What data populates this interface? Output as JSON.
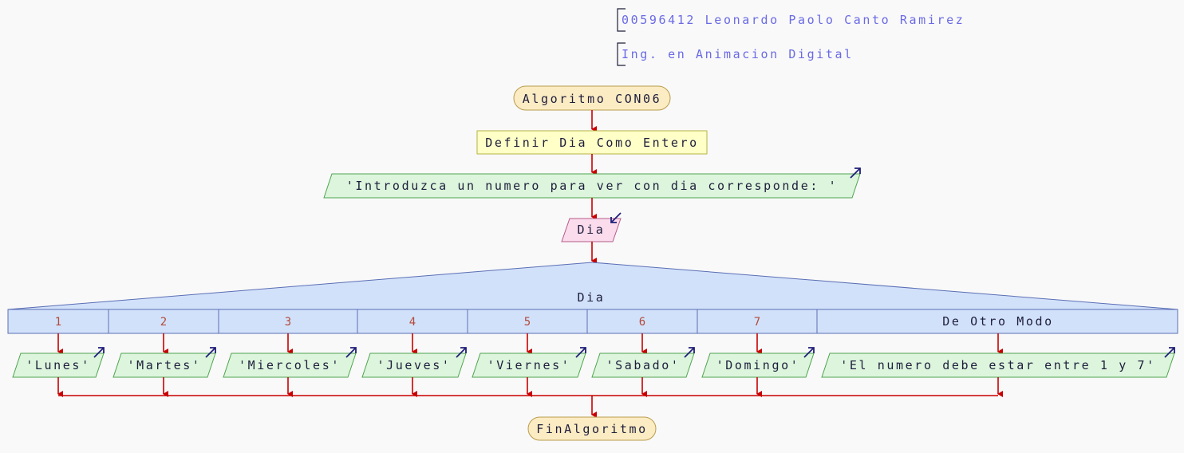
{
  "comments": [
    "00596412 Leonardo Paolo Canto Ramirez",
    "Ing. en Animacion Digital"
  ],
  "start": "Algoritmo CON06",
  "define": "Definir Dia Como Entero",
  "prompt": "'Introduzca un numero para ver con dia corresponde: '",
  "read": "Dia",
  "switch": {
    "variable": "Dia",
    "cases": [
      {
        "label": "1",
        "output": "'Lunes'"
      },
      {
        "label": "2",
        "output": "'Martes'"
      },
      {
        "label": "3",
        "output": "'Miercoles'"
      },
      {
        "label": "4",
        "output": "'Jueves'"
      },
      {
        "label": "5",
        "output": "'Viernes'"
      },
      {
        "label": "6",
        "output": "'Sabado'"
      },
      {
        "label": "7",
        "output": "'Domingo'"
      }
    ],
    "default": {
      "label": "De Otro Modo",
      "output": "'El numero debe estar entre 1 y 7'"
    }
  },
  "end": "FinAlgoritmo",
  "colors": {
    "flow_line": "#c80000",
    "comment_text": "#6a6ae6",
    "output_fill": "#dcf5dc",
    "input_fill": "#fadcec",
    "terminal_fill": "#fcecc4",
    "process_fill": "#ffffc8",
    "switch_fill": "#d2e1fa"
  }
}
